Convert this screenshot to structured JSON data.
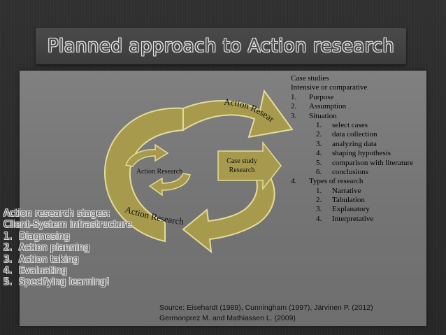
{
  "slide": {
    "title": "Planned approach to Action research"
  },
  "diagram": {
    "outer_arc_label": "Action Research",
    "top_arrow_label": "Action Research",
    "inner_cycle_label": "Action Research",
    "center_arrow_label": "Case study Research",
    "colors": {
      "arrow_fill": "#a89a4c",
      "arrow_stroke": "#e2dc9a",
      "panel": "#7a7a7a"
    }
  },
  "case_studies": {
    "heading": "Case studies",
    "subheading": "Intensive or comparative",
    "items": [
      {
        "num": "1.",
        "text": "Purpose"
      },
      {
        "num": "2.",
        "text": "Assumption"
      },
      {
        "num": "3.",
        "text": "Situation"
      }
    ],
    "situation_items": [
      {
        "num": "1.",
        "text": "select cases"
      },
      {
        "num": "2.",
        "text": "data collection"
      },
      {
        "num": "3.",
        "text": "analyzing data"
      },
      {
        "num": "4.",
        "text": "shaping hypothesis"
      },
      {
        "num": "5.",
        "text": "comparison with literature"
      },
      {
        "num": "6.",
        "text": "conclusions"
      }
    ],
    "types_item": {
      "num": "4.",
      "text": "Types of research"
    },
    "types_items": [
      {
        "num": "1.",
        "text": "Narrative"
      },
      {
        "num": "2.",
        "text": "Tabulation"
      },
      {
        "num": "3.",
        "text": "Explanatory"
      },
      {
        "num": "4.",
        "text": "Interpretative"
      }
    ]
  },
  "stages": {
    "heading": "Action research stages:",
    "subheading": "Client-System infrastructure",
    "items": [
      {
        "num": "1.",
        "text": "Diagnosing"
      },
      {
        "num": "2.",
        "text": "Action planning"
      },
      {
        "num": "3.",
        "text": "Action taking"
      },
      {
        "num": "4.",
        "text": "Evaluating"
      },
      {
        "num": "5.",
        "text": "Specifying learning!"
      }
    ]
  },
  "source": {
    "line1": "Source: Eisehardt (1989), Cunningham (1997), Järvinen P. (2012)",
    "line2": "Germonprez M. and Mathiassen L. (2009)"
  }
}
